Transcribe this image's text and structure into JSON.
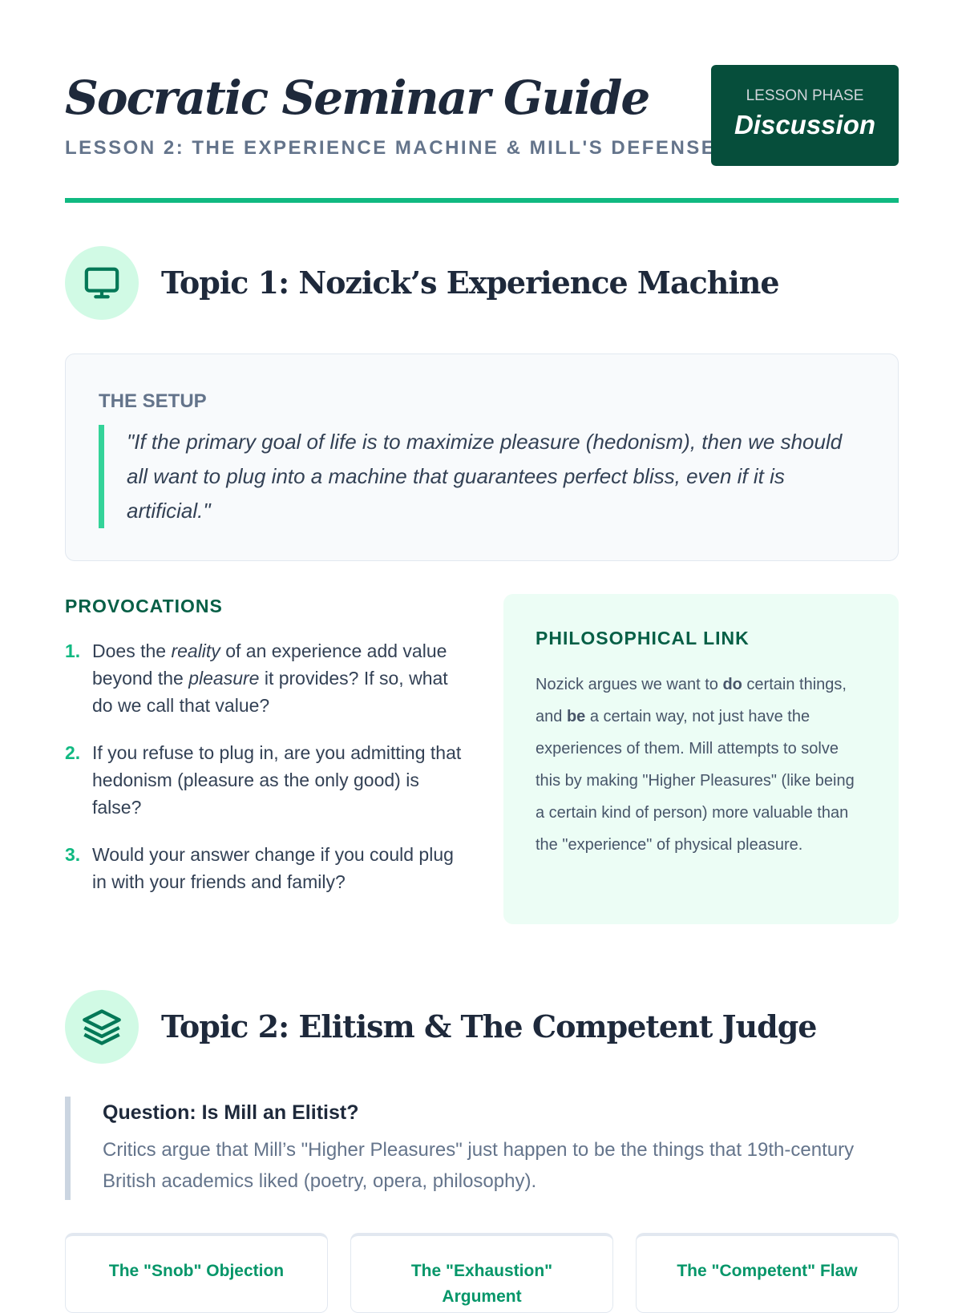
{
  "header": {
    "title": "Socratic Seminar Guide",
    "subtitle": "LESSON 2: THE EXPERIENCE MACHINE & MILL'S DEFENSE",
    "phase_label": "LESSON PHASE",
    "phase_value": "Discussion"
  },
  "topic1": {
    "title": "Topic 1: Nozick’s Experience Machine",
    "icon": "monitor-icon",
    "setup_label": "THE SETUP",
    "setup_quote": "\"If the primary goal of life is to maximize pleasure (hedonism), then we should all want to plug into a machine that guarantees perfect bliss, even if it is artificial.\"",
    "provocations_label": "PROVOCATIONS",
    "provocations": [
      {
        "n": "1.",
        "a": "Does the ",
        "em1": "reality",
        "b": " of an experience add value beyond the ",
        "em2": "pleasure",
        "c": " it provides? If so, what do we call that value?"
      },
      {
        "n": "2.",
        "text": "If you refuse to plug in, are you admitting that hedonism (pleasure as the only good) is false?"
      },
      {
        "n": "3.",
        "text": "Would your answer change if you could plug in with your friends and family?"
      }
    ],
    "link_label": "PHILOSOPHICAL LINK",
    "link": {
      "a": "Nozick argues we want to ",
      "b1": "do",
      "b": " certain things, and ",
      "b2": "be",
      "c": " a certain way, not just have the experiences of them. Mill attempts to solve this by making \"Higher Pleasures\" (like being a certain kind of person) more valuable than the \"experience\" of physical pleasure."
    }
  },
  "topic2": {
    "title": "Topic 2: Elitism & The Competent Judge",
    "icon": "layers-icon",
    "question_title": "Question: Is Mill an Elitist?",
    "question_text": "Critics argue that Mill’s \"Higher Pleasures\" just happen to be the things that 19th-century British academics liked (poetry, opera, philosophy).",
    "cards": [
      "The \"Snob\" Objection",
      "The \"Exhaustion\" Argument",
      "The \"Competent\" Flaw"
    ]
  }
}
